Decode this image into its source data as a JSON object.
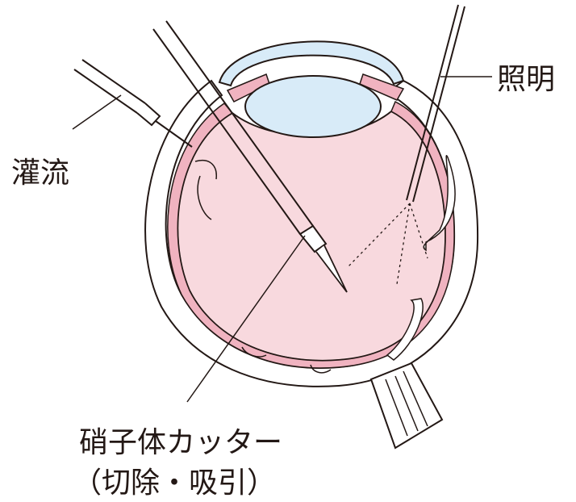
{
  "labels": {
    "irrigation": "灌流",
    "illumination": "照明",
    "cutter_line1": "硝子体カッター",
    "cutter_line2": "（切除・吸引）"
  },
  "colors": {
    "line": "#231815",
    "vitreous_fill": "#f8d9de",
    "lens_fill": "#d8ebf8",
    "choroid_fill": "#f0b3c0",
    "sclera_fill": "#ffffff"
  }
}
